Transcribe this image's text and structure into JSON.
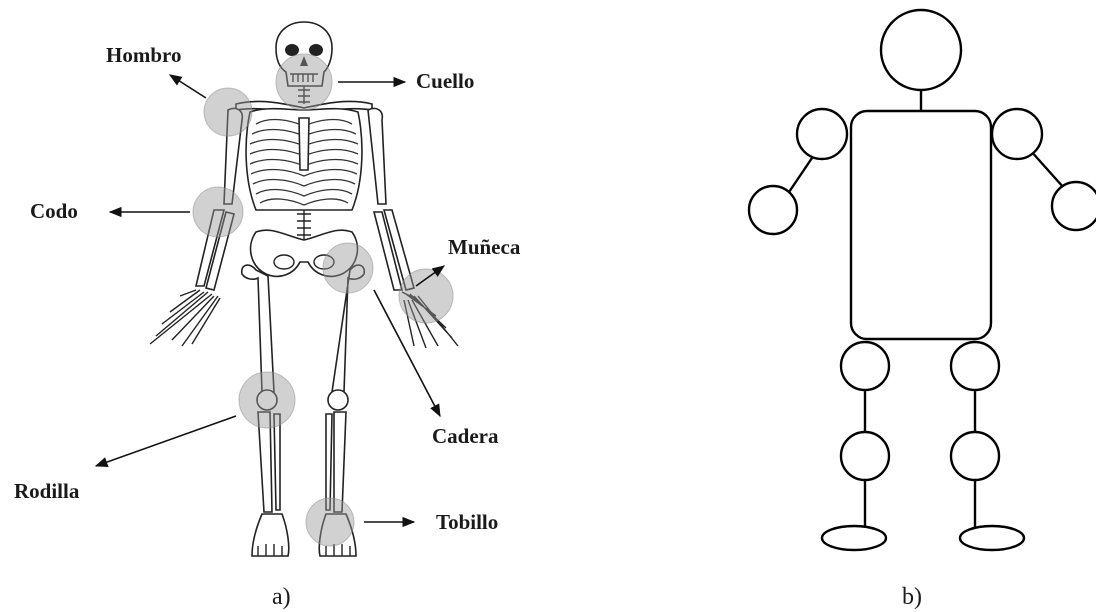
{
  "panel_a": {
    "labels": {
      "hombro": "Hombro",
      "cuello": "Cuello",
      "codo": "Codo",
      "muneca": "Muñeca",
      "cadera": "Cadera",
      "rodilla": "Rodilla",
      "tobillo": "Tobillo"
    },
    "caption": "a)"
  },
  "panel_b": {
    "caption": "b)"
  }
}
